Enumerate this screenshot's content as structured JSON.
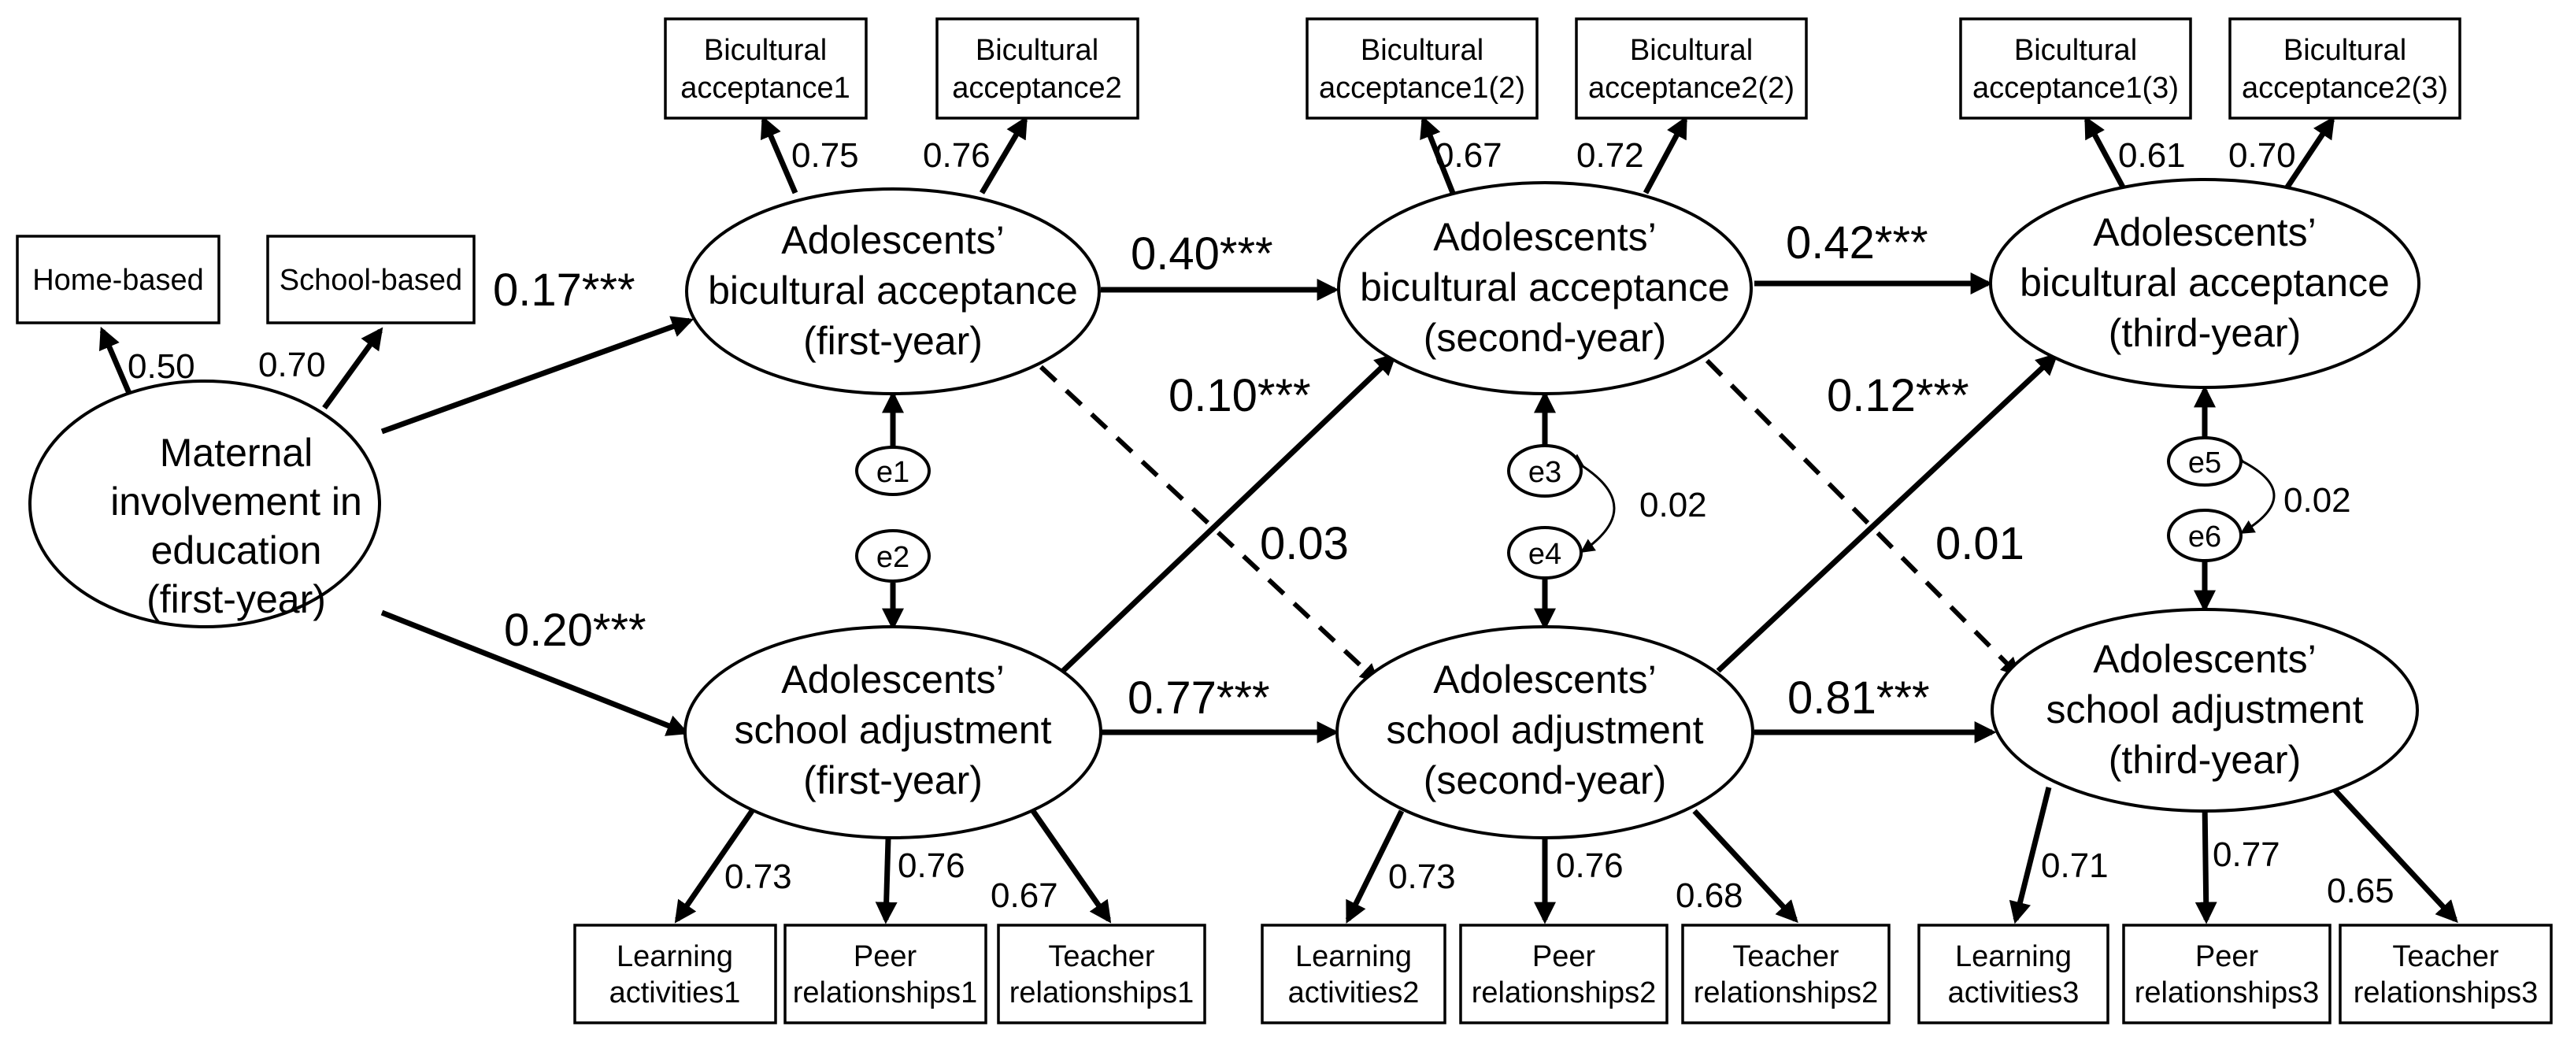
{
  "indicators": {
    "home": [
      "Home-based"
    ],
    "school": [
      "School-based"
    ],
    "ba1a": [
      "Bicultural",
      "acceptance1"
    ],
    "ba1b": [
      "Bicultural",
      "acceptance2"
    ],
    "ba2a": [
      "Bicultural",
      "acceptance1(2)"
    ],
    "ba2b": [
      "Bicultural",
      "acceptance2(2)"
    ],
    "ba3a": [
      "Bicultural",
      "acceptance1(3)"
    ],
    "ba3b": [
      "Bicultural",
      "acceptance2(3)"
    ],
    "la1": [
      "Learning",
      "activities1"
    ],
    "pr1": [
      "Peer",
      "relationships1"
    ],
    "tr1": [
      "Teacher",
      "relationships1"
    ],
    "la2": [
      "Learning",
      "activities2"
    ],
    "pr2": [
      "Peer",
      "relationships2"
    ],
    "tr2": [
      "Teacher",
      "relationships2"
    ],
    "la3": [
      "Learning",
      "activities3"
    ],
    "pr3": [
      "Peer",
      "relationships3"
    ],
    "tr3": [
      "Teacher",
      "relationships3"
    ]
  },
  "latents": {
    "maternal": [
      "Maternal",
      "involvement in",
      "education",
      "(first-year)"
    ],
    "ba1": [
      "Adolescents’",
      "bicultural acceptance",
      "(first-year)"
    ],
    "ba2": [
      "Adolescents’",
      "bicultural acceptance",
      "(second-year)"
    ],
    "ba3": [
      "Adolescents’",
      "bicultural acceptance",
      "(third-year)"
    ],
    "sa1": [
      "Adolescents’",
      "school adjustment",
      "(first-year)"
    ],
    "sa2": [
      "Adolescents’",
      "school adjustment",
      "(second-year)"
    ],
    "sa3": [
      "Adolescents’",
      "school adjustment",
      "(third-year)"
    ]
  },
  "errors": {
    "e1": "e1",
    "e2": "e2",
    "e3": "e3",
    "e4": "e4",
    "e5": "e5",
    "e6": "e6"
  },
  "loadings": {
    "home": "0.50",
    "school": "0.70",
    "ba1a": "0.75",
    "ba1b": "0.76",
    "ba2a": "0.67",
    "ba2b": "0.72",
    "ba3a": "0.61",
    "ba3b": "0.70",
    "la1": "0.73",
    "pr1": "0.76",
    "tr1": "0.67",
    "la2": "0.73",
    "pr2": "0.76",
    "tr2": "0.68",
    "la3": "0.71",
    "pr3": "0.77",
    "tr3": "0.65"
  },
  "paths": {
    "m_ba1": "0.17***",
    "m_sa1": "0.20***",
    "ba1_ba2": "0.40***",
    "ba2_ba3": "0.42***",
    "sa1_sa2": "0.77***",
    "sa2_sa3": "0.81***",
    "sa1_ba2": "0.10***",
    "sa2_ba3": "0.12***",
    "ba1_sa2": "0.03",
    "ba2_sa3": "0.01"
  },
  "covariances": {
    "e3_e4": "0.02",
    "e5_e6": "0.02"
  }
}
